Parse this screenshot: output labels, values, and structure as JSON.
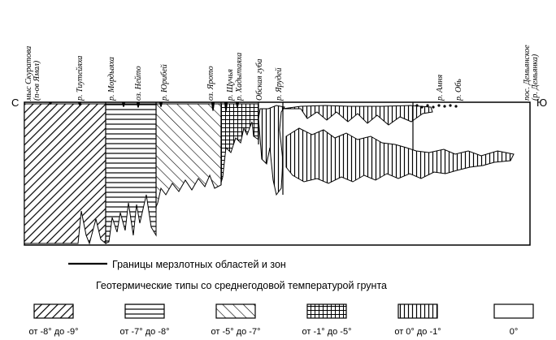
{
  "profile": {
    "north_marker": "С",
    "south_marker": "Ю",
    "place_labels": [
      {
        "text": "мыс Скуратова",
        "key": "skuratov"
      },
      {
        "text": "(п-ов Ямал)",
        "key": "yamal"
      },
      {
        "text": "р. Тиутейяха",
        "key": "tiuteyakha"
      },
      {
        "text": "р. Мордыяха",
        "key": "mordyakha"
      },
      {
        "text": "оз. Нейто",
        "key": "neyto"
      },
      {
        "text": "р. Юрибей",
        "key": "yuribey"
      },
      {
        "text": "оз. Ярото",
        "key": "yaroto"
      },
      {
        "text": "р. Щучья",
        "key": "shchuchya"
      },
      {
        "text": "р. Хадытаяха",
        "key": "khadytayakha"
      },
      {
        "text": "Обская губа",
        "key": "obskaya"
      },
      {
        "text": "р. Ярудей",
        "key": "yarudey"
      },
      {
        "text": "р. Амня",
        "key": "amnya"
      },
      {
        "text": "р. Обь",
        "key": "ob"
      },
      {
        "text": "пос. Демьянское",
        "key": "demyanskoe"
      },
      {
        "text": "(р. Демьянка)",
        "key": "demyanka"
      }
    ]
  },
  "legend": {
    "boundary_label": "Границы мерзлотных областей и зон",
    "title": "Геотермические типы со среднегодовой температурой грунта",
    "items": [
      {
        "label": "от -8° до -9°",
        "pattern": "diag-dense"
      },
      {
        "label": "от -7° до -8°",
        "pattern": "horizontal"
      },
      {
        "label": "от -5° до -7°",
        "pattern": "diag-back"
      },
      {
        "label": "от -1° до -5°",
        "pattern": "grid"
      },
      {
        "label": "от 0° до -1°",
        "pattern": "vertical"
      },
      {
        "label": "0°",
        "pattern": "blank"
      }
    ]
  }
}
